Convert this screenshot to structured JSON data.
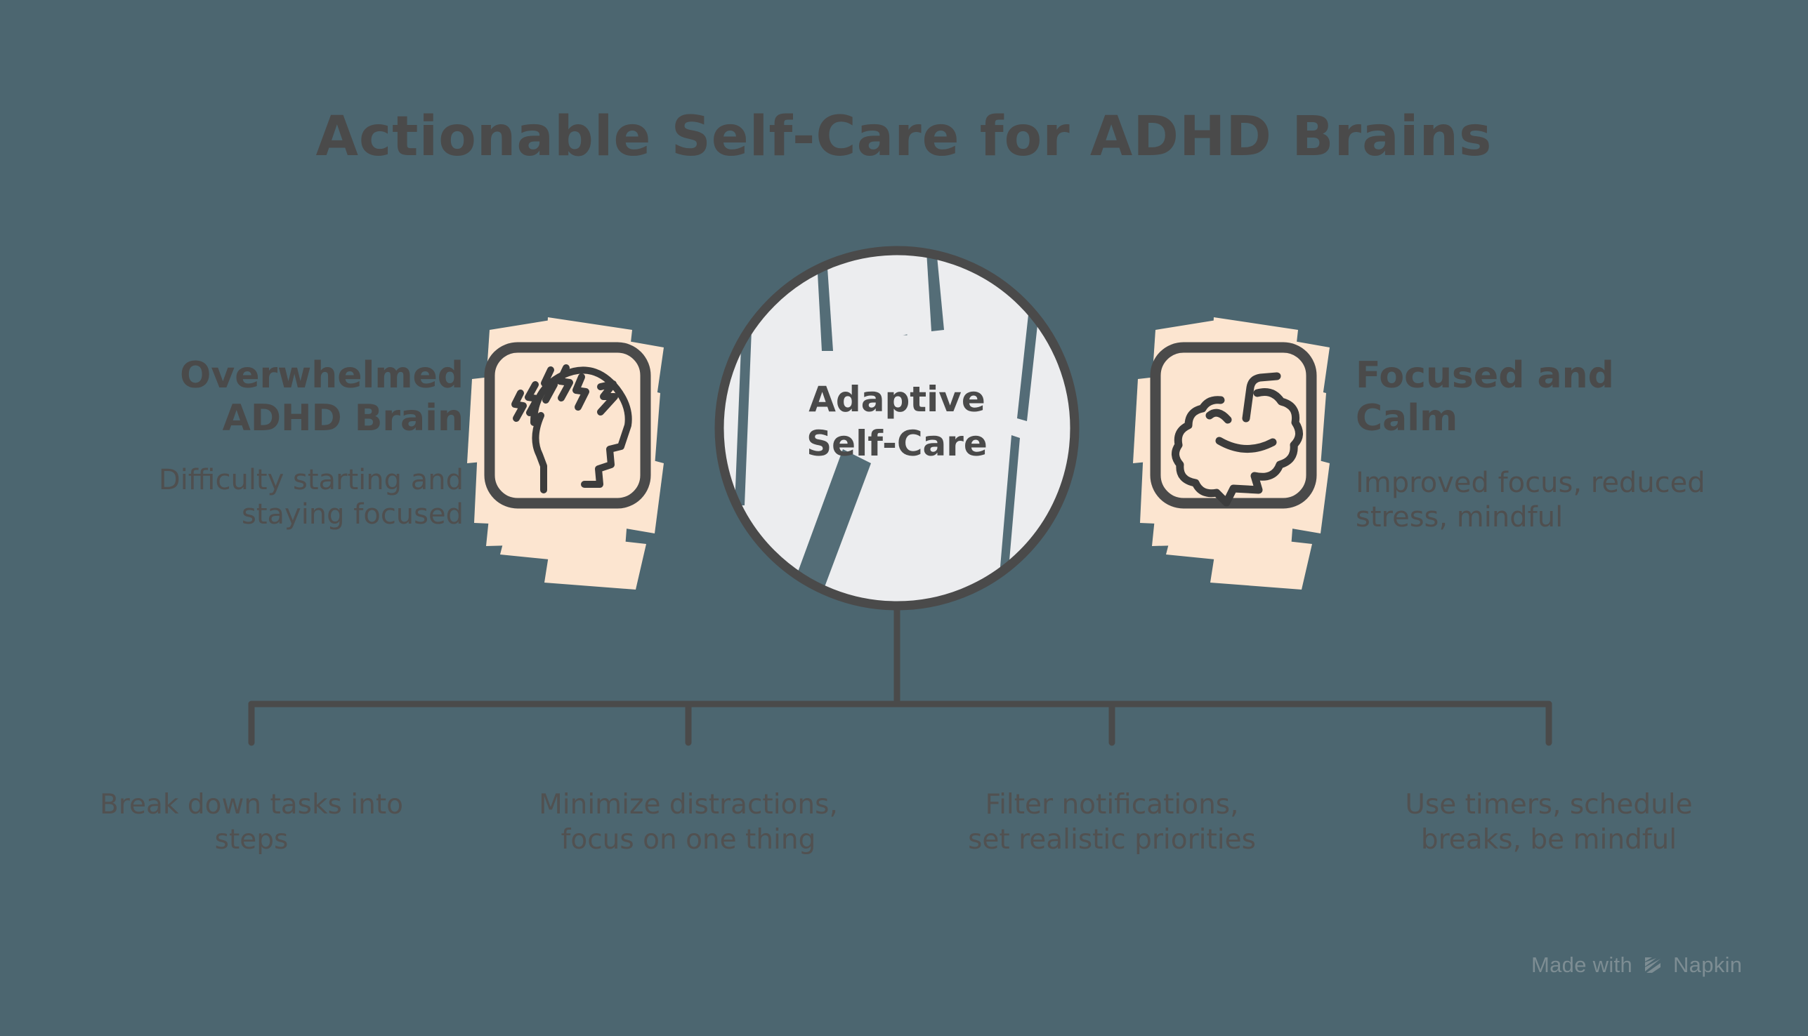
{
  "page": {
    "title": "Actionable Self-Care for ADHD Brains",
    "background_color": "#4c6670",
    "ink_color": "#4a4a4a",
    "accent_peach": "#fce5d0",
    "circle_fill": "#ecedef"
  },
  "center": {
    "label_line1": "Adaptive",
    "label_line2": "Self-Care",
    "shape": "circle"
  },
  "left_side": {
    "heading_line1": "Overwhelmed",
    "heading_line2": "ADHD Brain",
    "description": "Difficulty starting and staying focused",
    "icon": "stressed-head-icon"
  },
  "right_side": {
    "heading_line1": "Focused and",
    "heading_line2": "Calm",
    "description": "Improved focus, reduced stress, mindful",
    "icon": "brain-icon"
  },
  "branches": [
    {
      "label_line1": "Break down tasks into",
      "label_line2": "steps"
    },
    {
      "label_line1": "Minimize distractions,",
      "label_line2": "focus on one thing"
    },
    {
      "label_line1": "Filter notifications,",
      "label_line2": "set realistic priorities"
    },
    {
      "label_line1": "Use timers, schedule",
      "label_line2": "breaks, be mindful"
    }
  ],
  "watermark": {
    "prefix": "Made with",
    "brand": "Napkin",
    "logo": "napkin-logo-icon"
  }
}
